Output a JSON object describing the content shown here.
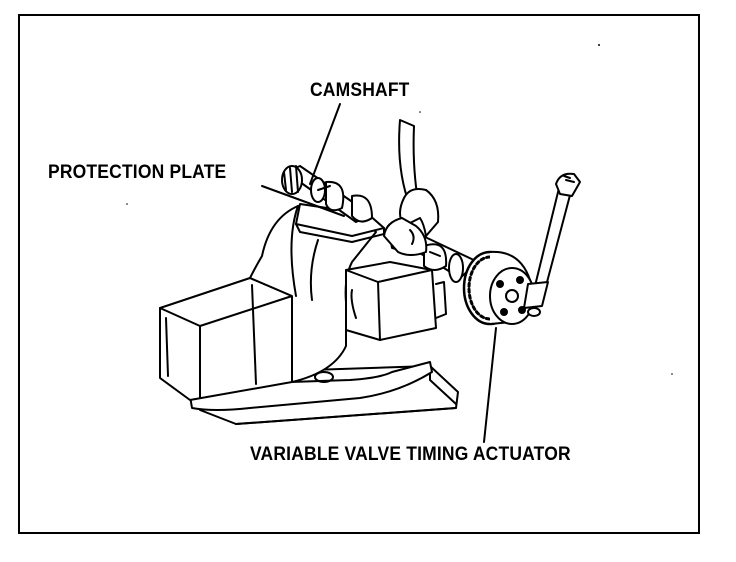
{
  "labels": {
    "camshaft": "CAMSHAFT",
    "protection_plate": "PROTECTION PLATE",
    "vvt_actuator": "VARIABLE VALVE TIMING ACTUATOR"
  },
  "colors": {
    "ink": "#000000",
    "paper": "#ffffff"
  }
}
